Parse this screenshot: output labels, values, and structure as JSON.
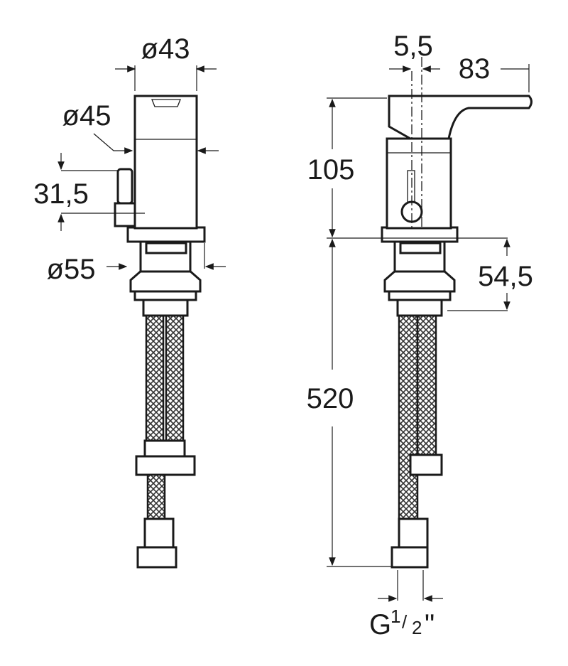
{
  "drawing": {
    "left_view": {
      "dim_top_diameter": "ø43",
      "dim_body_diameter": "ø45",
      "dim_lever_height": "31,5",
      "dim_base_diameter": "ø55"
    },
    "right_view": {
      "dim_offset": "5,5",
      "dim_spout_reach": "83",
      "dim_body_height": "105",
      "dim_base_height": "54,5",
      "dim_hose_length": "520",
      "connection_prefix": "G",
      "connection_numerator": "1",
      "connection_slash": "/",
      "connection_denominator": "2",
      "connection_suffix": "\""
    }
  }
}
